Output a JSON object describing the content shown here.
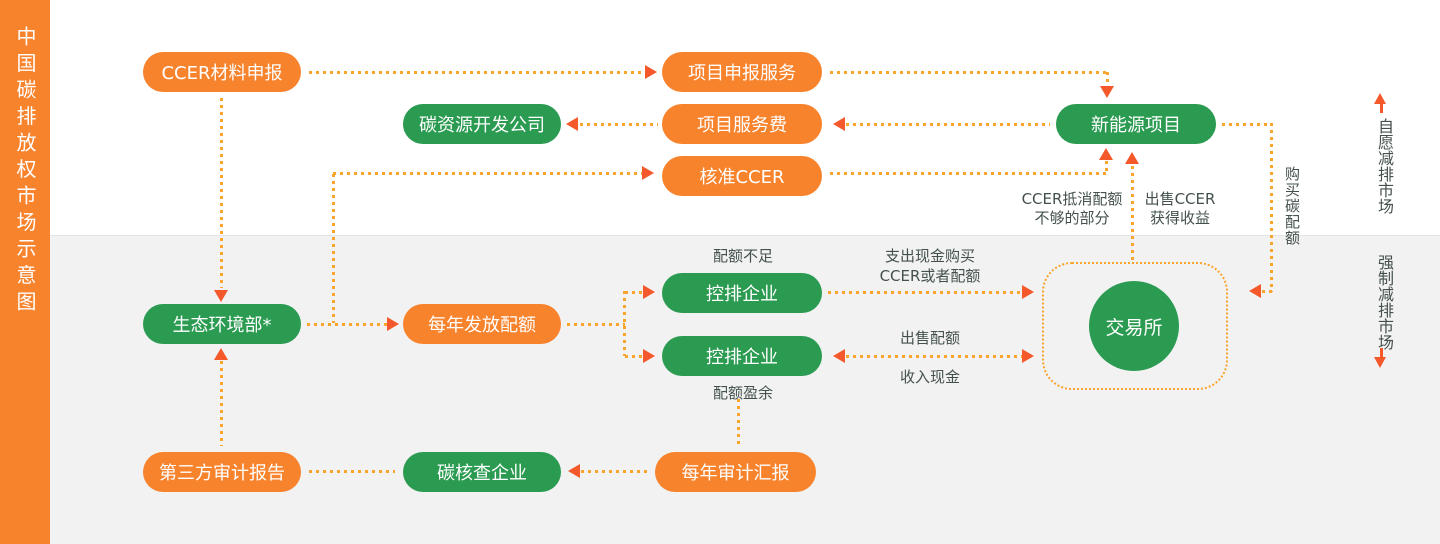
{
  "sidebar": {
    "title": "中国碳排放权市场示意图"
  },
  "markets": {
    "voluntary": "自愿减排市场",
    "mandatory": "强制减排市场"
  },
  "nodes": {
    "ccer_material": "CCER材料申报",
    "project_apply": "项目申报服务",
    "carbon_dev": "碳资源开发公司",
    "project_fee": "项目服务费",
    "new_energy": "新能源项目",
    "approved_ccer": "核准CCER",
    "moee": "生态环境部*",
    "annual_quota": "每年发放配额",
    "emitter_upper": "控排企业",
    "emitter_lower": "控排企业",
    "exchange": "交易所",
    "third_party_report": "第三方审计报告",
    "carbon_verifier": "碳核查企业",
    "annual_audit": "每年审计汇报"
  },
  "edge_labels": {
    "quota_short": "配额不足",
    "quota_surplus": "配额盈余",
    "pay_cash_line1": "支出现金购买",
    "pay_cash_line2": "CCER或者配额",
    "sell_quota": "出售配额",
    "income_cash": "收入现金",
    "ccer_offset_line1": "CCER抵消配额",
    "ccer_offset_line2": "不够的部分",
    "sell_ccer_line1": "出售CCER",
    "sell_ccer_line2": "获得收益",
    "buy_quota": "购买碳配额"
  },
  "colors": {
    "orange": "#F8832D",
    "green": "#2B9B51",
    "dot_line": "#F9A42C",
    "arrowhead": "#F4582B",
    "label_text": "#44514B",
    "bg_upper": "#FFFFFF",
    "bg_lower": "#F2F2F3"
  }
}
